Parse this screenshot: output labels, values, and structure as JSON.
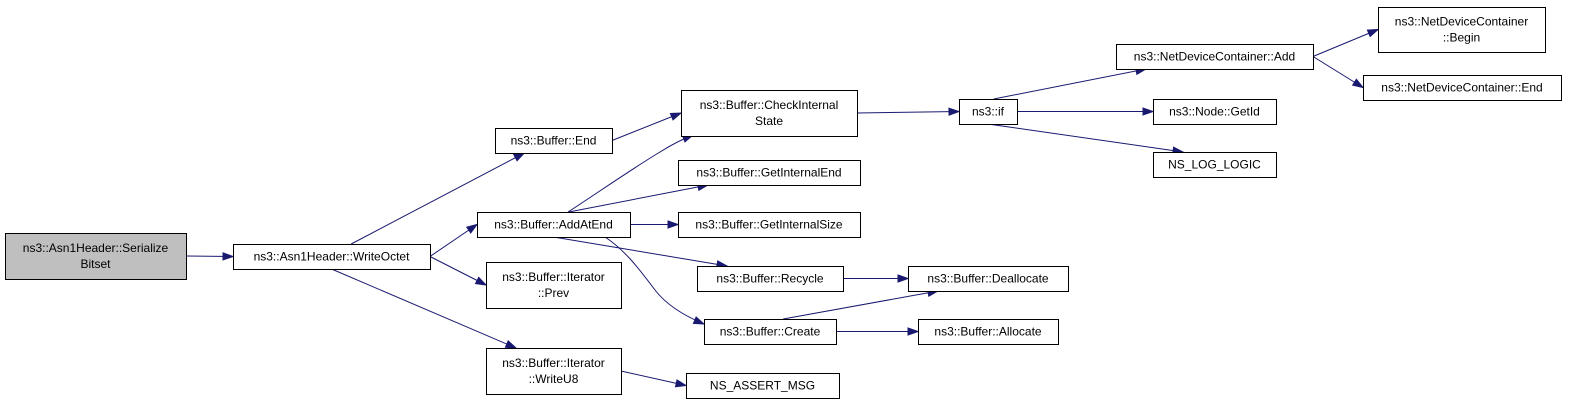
{
  "graph": {
    "nodes": [
      {
        "id": "serialize_bitset",
        "lines": [
          "ns3::Asn1Header::Serialize",
          "Bitset"
        ],
        "root": true
      },
      {
        "id": "write_octet",
        "lines": [
          "ns3::Asn1Header::WriteOctet"
        ]
      },
      {
        "id": "buffer_end",
        "lines": [
          "ns3::Buffer::End"
        ]
      },
      {
        "id": "add_at_end",
        "lines": [
          "ns3::Buffer::AddAtEnd"
        ]
      },
      {
        "id": "iterator_prev",
        "lines": [
          "ns3::Buffer::Iterator",
          "::Prev"
        ]
      },
      {
        "id": "iterator_write_u8",
        "lines": [
          "ns3::Buffer::Iterator",
          "::WriteU8"
        ]
      },
      {
        "id": "check_internal_state",
        "lines": [
          "ns3::Buffer::CheckInternal",
          "State"
        ]
      },
      {
        "id": "get_internal_end",
        "lines": [
          "ns3::Buffer::GetInternalEnd"
        ]
      },
      {
        "id": "get_internal_size",
        "lines": [
          "ns3::Buffer::GetInternalSize"
        ]
      },
      {
        "id": "recycle",
        "lines": [
          "ns3::Buffer::Recycle"
        ]
      },
      {
        "id": "create",
        "lines": [
          "ns3::Buffer::Create"
        ]
      },
      {
        "id": "ns_assert_msg",
        "lines": [
          "NS_ASSERT_MSG"
        ]
      },
      {
        "id": "if_node",
        "lines": [
          "ns3::if"
        ]
      },
      {
        "id": "deallocate",
        "lines": [
          "ns3::Buffer::Deallocate"
        ]
      },
      {
        "id": "allocate",
        "lines": [
          "ns3::Buffer::Allocate"
        ]
      },
      {
        "id": "ndc_add",
        "lines": [
          "ns3::NetDeviceContainer::Add"
        ]
      },
      {
        "id": "node_get_id",
        "lines": [
          "ns3::Node::GetId"
        ]
      },
      {
        "id": "ns_log_logic",
        "lines": [
          "NS_LOG_LOGIC"
        ]
      },
      {
        "id": "ndc_begin",
        "lines": [
          "ns3::NetDeviceContainer",
          "::Begin"
        ]
      },
      {
        "id": "ndc_end",
        "lines": [
          "ns3::NetDeviceContainer::End"
        ]
      }
    ],
    "edges": [
      [
        "serialize_bitset",
        "write_octet"
      ],
      [
        "write_octet",
        "buffer_end"
      ],
      [
        "write_octet",
        "add_at_end"
      ],
      [
        "write_octet",
        "iterator_prev"
      ],
      [
        "write_octet",
        "iterator_write_u8"
      ],
      [
        "buffer_end",
        "check_internal_state"
      ],
      [
        "add_at_end",
        "check_internal_state"
      ],
      [
        "add_at_end",
        "get_internal_end"
      ],
      [
        "add_at_end",
        "get_internal_size"
      ],
      [
        "add_at_end",
        "recycle"
      ],
      [
        "add_at_end",
        "create"
      ],
      [
        "iterator_write_u8",
        "ns_assert_msg"
      ],
      [
        "check_internal_state",
        "if_node"
      ],
      [
        "recycle",
        "deallocate"
      ],
      [
        "create",
        "deallocate"
      ],
      [
        "create",
        "allocate"
      ],
      [
        "if_node",
        "ndc_add"
      ],
      [
        "if_node",
        "node_get_id"
      ],
      [
        "if_node",
        "ns_log_logic"
      ],
      [
        "ndc_add",
        "ndc_begin"
      ],
      [
        "ndc_add",
        "ndc_end"
      ]
    ],
    "colors": {
      "edge": "#191970",
      "root_fill": "#bfbfbf",
      "node_fill": "#ffffff",
      "border": "#000000"
    }
  }
}
